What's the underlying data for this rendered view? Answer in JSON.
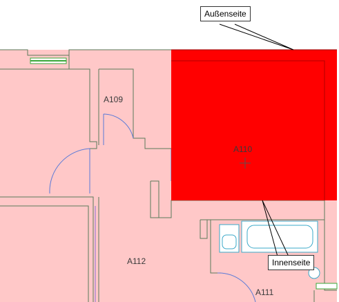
{
  "rooms": {
    "a109": "A109",
    "a110": "A110",
    "a112": "A112",
    "a111": "A111"
  },
  "callouts": {
    "outer": "Außenseite",
    "inner": "Innenseite"
  },
  "colors": {
    "room_fill": "#ffc8c8",
    "selected_room_fill": "#ff0000",
    "wall_line": "#5a7a5a",
    "door_swing": "#5a7ad8",
    "window": "#3aa83a",
    "callout_line": "#000000"
  },
  "icons": {
    "room_center": "crosshair-icon"
  }
}
